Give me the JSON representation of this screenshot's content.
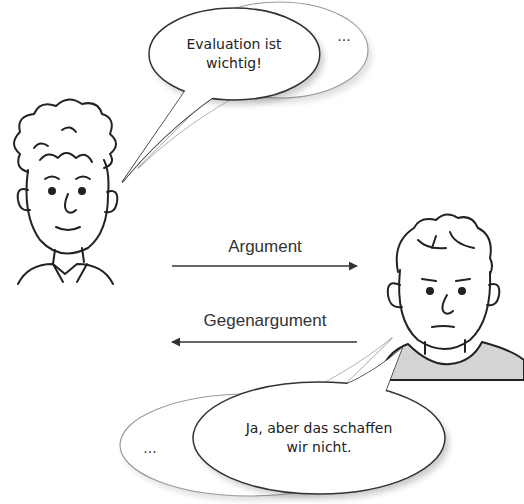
{
  "diagram": {
    "nodes": [
      {
        "text": [
          "Evaluation ist wichtig!"
        ]
      },
      {
        "text": [
          "..."
        ]
      },
      {
        "text": [
          "..."
        ]
      },
      {
        "text": [
          "Ja, aber das schaffen wir nicht."
        ]
      }
    ],
    "labels": [
      "Argument",
      "Gegenargument"
    ]
  }
}
